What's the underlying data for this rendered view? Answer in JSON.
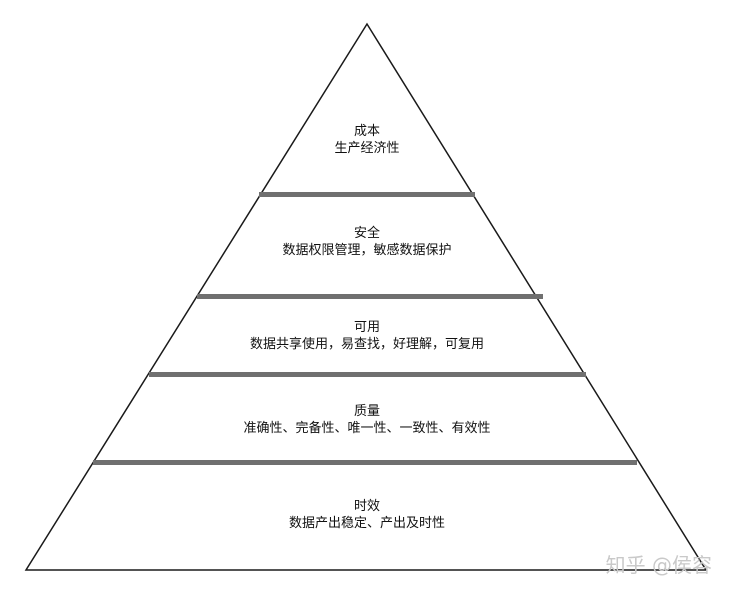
{
  "pyramid": {
    "levels": [
      {
        "title": "成本",
        "detail": "生产经济性"
      },
      {
        "title": "安全",
        "detail": "数据权限管理，敏感数据保护"
      },
      {
        "title": "可用",
        "detail": "数据共享使用，易查找，好理解，可复用"
      },
      {
        "title": "质量",
        "detail": "准确性、完备性、唯一性、一致性、有效性"
      },
      {
        "title": "时效",
        "detail": "数据产出稳定、产出及时性"
      }
    ]
  },
  "watermark": {
    "text": "知乎 @侯容"
  },
  "colors": {
    "outline": "#1a1a1a",
    "divider": "#707070",
    "text": "#111111",
    "watermark": "#c9c9c9"
  }
}
